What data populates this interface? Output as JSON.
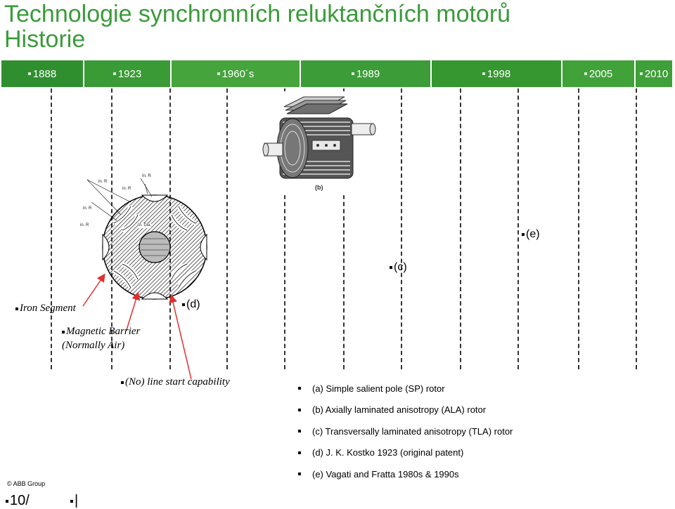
{
  "title": {
    "line1": "Technologie synchronních reluktančních motorů",
    "line2": "Historie"
  },
  "timeline": [
    {
      "year": "1888",
      "color": "#2f8f2f"
    },
    {
      "year": "1923",
      "color": "#3a9a36"
    },
    {
      "year": "1960´s",
      "color": "#45a43b"
    },
    {
      "year": "1989",
      "color": "#3c9c37"
    },
    {
      "year": "1998",
      "color": "#36962f"
    },
    {
      "year": "2005",
      "color": "#42a23a"
    },
    {
      "year": "2010",
      "color": "#3f9f38"
    }
  ],
  "labels": {
    "iron_segment": "Iron Segment",
    "magnetic_barrier_1": "Magnetic Barrier",
    "magnetic_barrier_2": "(Normally Air)",
    "no_line_start": "(No) line start capability",
    "fig_d": "(d)",
    "fig_c": "(c)",
    "fig_e": "(e)",
    "fig_b_caption": "(b)"
  },
  "figure_d_annotations": [
    "In. Dia.",
    "in. R",
    "in. R",
    "in. R",
    "in. R",
    "In. R"
  ],
  "legend": [
    "(a) Simple salient pole (SP) rotor",
    "(b) Axially laminated anisotropy (ALA) rotor",
    "(c) Transversally laminated anisotropy (TLA) rotor",
    "(d) J. K. Kostko 1923 (original patent)",
    "(e) Vagati and Fratta  1980s & 1990s"
  ],
  "footer": {
    "copyright": "© ABB Group",
    "page": "10/",
    "bar": "|"
  }
}
